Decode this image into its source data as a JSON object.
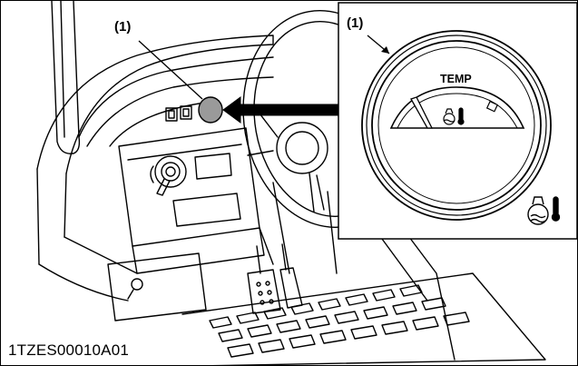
{
  "figure": {
    "callout_left": "(1)",
    "callout_right": "(1)",
    "gauge_label": "TEMP",
    "figure_code": "1TZES00010A01",
    "icons": [
      "coolant-temperature-icon",
      "warning-indicator-icon"
    ],
    "colors": {
      "line": "#000000",
      "background": "#ffffff",
      "indicator_fill": "#9a9a9a"
    }
  }
}
